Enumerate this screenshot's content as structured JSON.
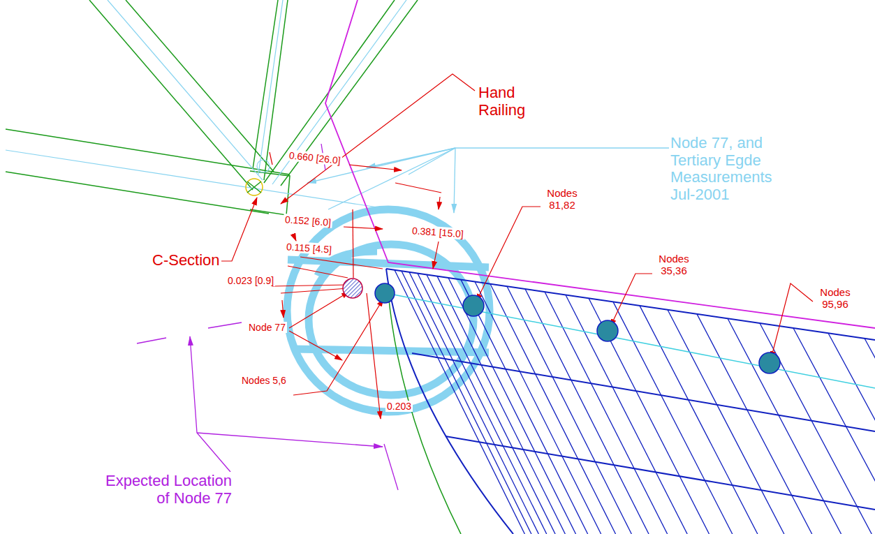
{
  "diagram": {
    "labels": [
      "Hand Railing",
      "Node 77, and Tertiary Egde Measurements Jul-2001",
      "Nodes 81,82",
      "Nodes 35,36",
      "Nodes 95,96",
      "C-Section",
      "0.660 [26.0]",
      "0.152 [6.0]",
      "0.381 [15.0]",
      "0.115 [4.5]",
      "0.023 [0.9]",
      "Node 77",
      "Nodes 5,6",
      "0.203",
      "Expected Location of Node 77"
    ]
  }
}
